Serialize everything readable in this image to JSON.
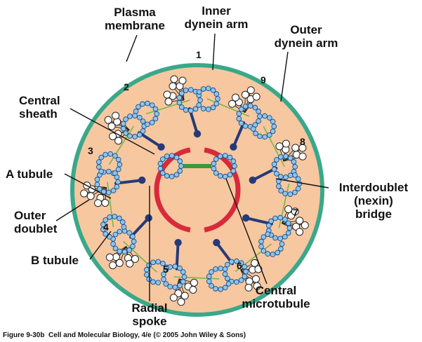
{
  "labels": {
    "plasma_membrane": [
      "Plasma",
      "membrane"
    ],
    "inner_dynein_arm": [
      "Inner",
      "dynein arm"
    ],
    "outer_dynein_arm": [
      "Outer",
      "dynein arm"
    ],
    "central_sheath": [
      "Central",
      "sheath"
    ],
    "a_tubule": "A tubule",
    "outer_doublet": [
      "Outer",
      "doublet"
    ],
    "b_tubule": "B tubule",
    "interdoublet_bridge": [
      "Interdoublet",
      "(nexin)",
      "bridge"
    ],
    "radial_spoke": [
      "Radial",
      "spoke"
    ],
    "central_microtubule": [
      "Central",
      "microtubule"
    ]
  },
  "doublet_numbers": [
    "1",
    "2",
    "3",
    "4",
    "5",
    "6",
    "7",
    "8",
    "9"
  ],
  "caption": {
    "figure": "Figure 9-30b",
    "text": "Cell and Molecular Biology, 4/e (© 2005 John Wiley & Sons)"
  },
  "colors": {
    "membrane": "#3aa88a",
    "cytoplasm": "#f7c7a0",
    "tubule_bead": "#8ec5ea",
    "tubule_bead_stroke": "#1b4f8a",
    "dynein_arm": "#ffffff",
    "radial_spoke": "#253a77",
    "central_sheath": "#d72a3a",
    "central_bridge": "#3a9a3a",
    "nexin": "#7ab648"
  }
}
